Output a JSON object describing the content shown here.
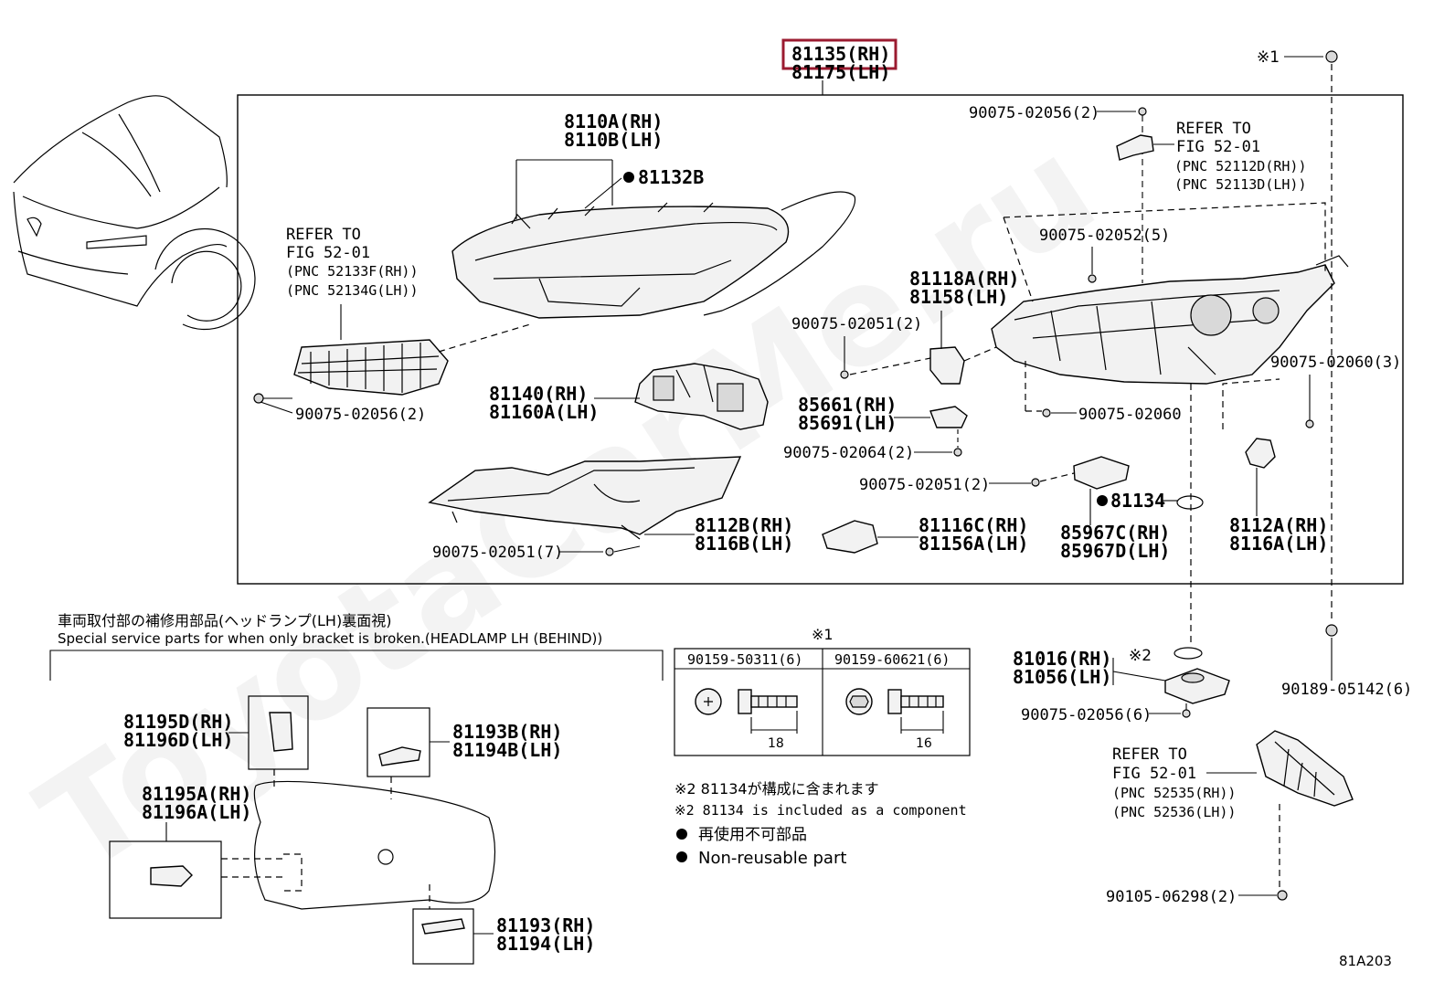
{
  "diagram": {
    "watermark": "ToyotaCarMe.ru",
    "highlight_label": "81135(RH)",
    "highlight_color": "#9b1b30",
    "assembly_label_lh": "81175(LH)",
    "figure_code": "81A203",
    "callouts": {
      "c_8110": [
        "8110A(RH)",
        "8110B(LH)"
      ],
      "c_81132B": "81132B",
      "c_refer_left": [
        "REFER TO",
        "FIG 52-01",
        "(PNC 52133F(RH))",
        "(PNC 52134G(LH))"
      ],
      "c_90075_02056_2a": "90075-02056(2)",
      "c_90075_02056_2b": "90075-02056(2)",
      "c_refer_top": [
        "REFER TO",
        "FIG 52-01",
        "(PNC 52112D(RH))",
        "(PNC 52113D(LH))"
      ],
      "c_90075_02052_5": "90075-02052(5)",
      "c_81118": [
        "81118A(RH)",
        "81158(LH)"
      ],
      "c_90075_02051_2a": "90075-02051(2)",
      "c_81140": [
        "81140(RH)",
        "81160A(LH)"
      ],
      "c_85661": [
        "85661(RH)",
        "85691(LH)"
      ],
      "c_90075_02064_2": "90075-02064(2)",
      "c_90075_02060": "90075-02060",
      "c_90075_02060_3": "90075-02060(3)",
      "c_90075_02051_2b": "90075-02051(2)",
      "c_81134": "81134",
      "c_8112B": [
        "8112B(RH)",
        "8116B(LH)"
      ],
      "c_90075_02051_7": "90075-02051(7)",
      "c_81116C": [
        "81116C(RH)",
        "81156A(LH)"
      ],
      "c_85967": [
        "85967C(RH)",
        "85967D(LH)"
      ],
      "c_8112A": [
        "8112A(RH)",
        "8116A(LH)"
      ],
      "c_star1_top": "※1",
      "c_81016": [
        "81016(RH)",
        "81056(LH)"
      ],
      "c_star2": "※2",
      "c_90075_02056_6": "90075-02056(6)",
      "c_90189": "90189-05142(6)",
      "c_refer_bottom": [
        "REFER TO",
        "FIG 52-01",
        "(PNC 52535(RH))",
        "(PNC 52536(LH))"
      ],
      "c_90105": "90105-06298(2)"
    },
    "special_service": {
      "title_jp": "車両取付部の補修用部品(ヘッドランプ(LH)裏面視)",
      "title_en": "Special service parts for when only bracket is broken.(HEADLAMP LH (BEHIND))",
      "c_81195D": [
        "81195D(RH)",
        "81196D(LH)"
      ],
      "c_81193B": [
        "81193B(RH)",
        "81194B(LH)"
      ],
      "c_81195A": [
        "81195A(RH)",
        "81196A(LH)"
      ],
      "c_81193": [
        "81193(RH)",
        "81194(LH)"
      ]
    },
    "bolt_table": {
      "marker": "※1",
      "columns": [
        "90159-50311(6)",
        "90159-60621(6)"
      ],
      "dims": [
        "18",
        "16"
      ]
    },
    "notes": [
      "※2 81134が構成に含まれます",
      "※2 81134 is included as a component",
      "再使用不可部品",
      "Non-reusable part"
    ]
  }
}
